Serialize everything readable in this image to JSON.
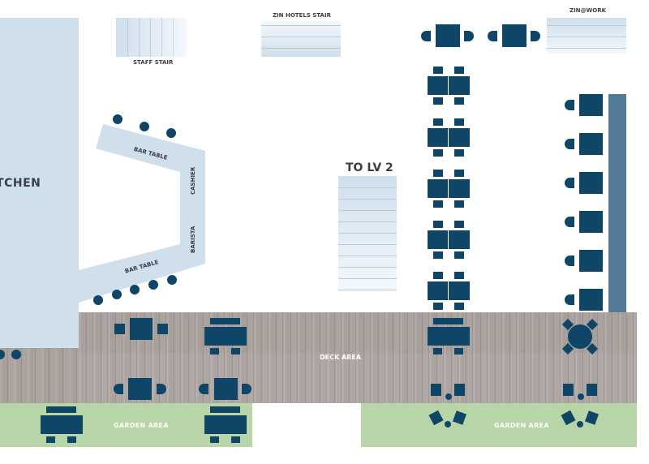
{
  "floorplan": {
    "kitchen_label": "KITCHEN",
    "staff_stair_label": "STAFF STAIR",
    "zin_hotels_stair_label": "ZIN HOTELS STAIR",
    "zin_work_label": "ZIN@WORK",
    "to_level_label": "TO LV 2",
    "bar_table_upper_label": "BAR TABLE",
    "bar_table_lower_label": "BAR TABLE",
    "cashier_label": "CASHIER",
    "barista_label": "BARISTA",
    "deck_area_label": "DECK AREA",
    "garden_area_left_label": "GARDEN AREA",
    "garden_area_right_label": "GARDEN AREA"
  },
  "colors": {
    "furniture": "#0f4567",
    "zone_blue": "#cfdfec",
    "deck": "#a89f9b",
    "garden": "#b7d5a6",
    "bar_rail": "#537b98"
  }
}
